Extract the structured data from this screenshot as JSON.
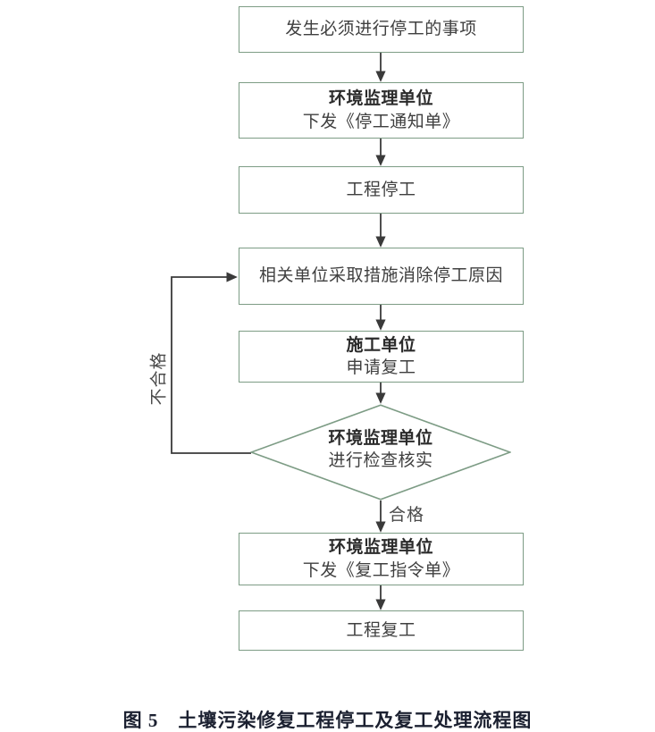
{
  "figure": {
    "caption_prefix": "图 5",
    "caption_text": "土壤污染修复工程停工及复工处理流程图",
    "colors": {
      "node_border": "#7d9c85",
      "node_fill": "#ffffff",
      "connector": "#3a3a3a",
      "text": "#3f3f3f",
      "caption_text": "#1b2030"
    }
  },
  "flow": {
    "nodes": [
      {
        "id": "trigger-event",
        "shape": "rectangle",
        "lines": [
          {
            "text": "发生必须进行停工的事项",
            "bold": false
          }
        ]
      },
      {
        "id": "issue-stop-notice",
        "shape": "rectangle",
        "lines": [
          {
            "text": "环境监理单位",
            "bold": true
          },
          {
            "text": "下发《停工通知单》",
            "bold": false
          }
        ]
      },
      {
        "id": "project-stopped",
        "shape": "rectangle",
        "lines": [
          {
            "text": "工程停工",
            "bold": false
          }
        ]
      },
      {
        "id": "remove-stop-cause",
        "shape": "rectangle",
        "lines": [
          {
            "text": "相关单位采取措施消除停工原因",
            "bold": false
          }
        ]
      },
      {
        "id": "apply-resume",
        "shape": "rectangle",
        "lines": [
          {
            "text": "施工单位",
            "bold": true
          },
          {
            "text": "申请复工",
            "bold": false
          }
        ]
      },
      {
        "id": "inspection-decision",
        "shape": "diamond",
        "lines": [
          {
            "text": "环境监理单位",
            "bold": true
          },
          {
            "text": "进行检查核实",
            "bold": false
          }
        ]
      },
      {
        "id": "issue-resume-order",
        "shape": "rectangle",
        "lines": [
          {
            "text": "环境监理单位",
            "bold": true
          },
          {
            "text": "下发《复工指令单》",
            "bold": false
          }
        ]
      },
      {
        "id": "project-resumed",
        "shape": "rectangle",
        "lines": [
          {
            "text": "工程复工",
            "bold": false
          }
        ]
      }
    ],
    "edge_labels": {
      "pass": "合格",
      "fail": "不合格"
    }
  }
}
